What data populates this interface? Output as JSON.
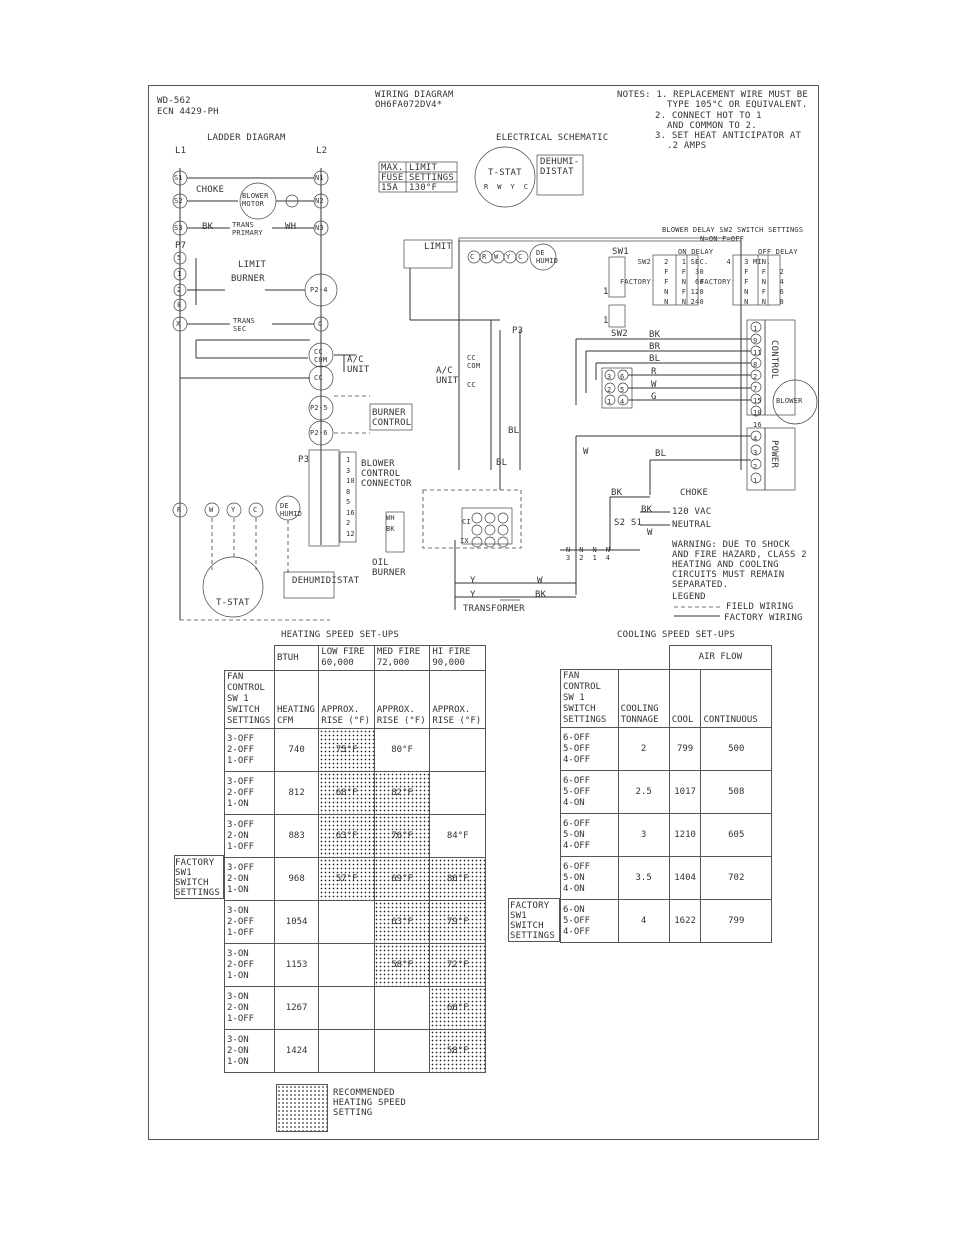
{
  "header": {
    "doc_id": "WD-562",
    "ecn": "ECN 4429-PH",
    "title_line1": "WIRING DIAGRAM",
    "title_line2": "OH6FA072DV4*",
    "notes": [
      "NOTES: 1. REPLACEMENT WIRE MUST BE",
      "TYPE 105°C OR EQUIVALENT.",
      "2. CONNECT HOT TO 1",
      "AND COMMON TO 2.",
      "3. SET HEAT ANTICIPATOR AT",
      ".2 AMPS"
    ]
  },
  "ladder": {
    "title": "LADDER DIAGRAM",
    "l1": "L1",
    "l2": "L2",
    "labels": {
      "s1": "S1",
      "s2": "S2",
      "s3": "S3",
      "n1": "N1",
      "n2": "N2",
      "n3": "N3",
      "choke": "CHOKE",
      "blower": "BLOWER\nMOTOR",
      "trans_primary": "TRANS\nPRIMARY",
      "bk": "BK",
      "wh": "WH",
      "p7": "P7",
      "limit": "LIMIT",
      "burner": "BURNER",
      "trans_sec": "TRANS\nSEC",
      "x": "X",
      "c": "C",
      "cc_com": "CC\nCOM",
      "cc": "CC",
      "ac_unit": "A/C\nUNIT",
      "p24": "P2-4",
      "p25": "P2-5",
      "p26": "P2-6",
      "burner_control": "BURNER\nCONTROL",
      "p3": "P3",
      "blower_control": "BLOWER\nCONTROL\nCONNECTOR",
      "r": "R",
      "w": "W",
      "y": "Y",
      "de_humid": "DE\nHUMID",
      "tstat": "T-STAT",
      "dehumidistat": "DEHUMIDISTAT",
      "four": "4",
      "y_lbl": "Y",
      "w_lbl": "W",
      "g_lbl": "G",
      "bl": "BL"
    },
    "p7_pins": [
      "5",
      "1",
      "2",
      "8"
    ],
    "p3_pins": [
      "1",
      "3",
      "10",
      "8",
      "5",
      "16",
      "2",
      "12"
    ]
  },
  "schematic": {
    "title": "ELECTRICAL SCHEMATIC",
    "fuse_table": {
      "h1": "MAX.",
      "h2": "LIMIT",
      "r1c1": "FUSE",
      "r1c2": "SETTINGS",
      "r2c1": "15A",
      "r2c2": "130°F"
    },
    "tstat": "T-STAT",
    "tstat_terms": "R  W  Y  C",
    "dehumidistat": "DEHUMI-\nDISTAT",
    "term_strip": [
      "C",
      "R",
      "W",
      "Y",
      "C"
    ],
    "de_humid": "DE\nHUMID",
    "limit": "LIMIT",
    "p3": "P3",
    "sw1": "SW1",
    "sw2": "SW2",
    "one": "1",
    "ac_unit": "A/C\nUNIT",
    "cc_com": "CC\nCOM",
    "cc": "CC",
    "bl": "BL",
    "wires": [
      "BK",
      "BR",
      "BL",
      "R",
      "W",
      "G"
    ],
    "conn": [
      "3",
      "6",
      "2",
      "5",
      "1",
      "4"
    ],
    "control_pins": [
      "1",
      "9",
      "11",
      "8",
      "2",
      "7",
      "15",
      "10",
      "16"
    ],
    "control": "CONTROL",
    "blower": "BLOWER",
    "power_pins": [
      "4",
      "3",
      "2",
      "1"
    ],
    "power": "POWER",
    "choke": "CHOKE",
    "bk": "BK",
    "w": "W",
    "vac": "120 VAC",
    "neutral": "NEUTRAL",
    "s2s1": "S2 S1",
    "oil_burner": "OIL\nBURNER",
    "wh": "WH",
    "bk2": "BK",
    "ci": "CI",
    "ix": "IX",
    "transformer": "TRANSFORMER",
    "y": "Y",
    "warning": "WARNING: DUE TO SHOCK\nAND FIRE HAZARD, CLASS 2\nHEATING AND COOLING\nCIRCUITS MUST REMAIN\nSEPARATED.",
    "legend": "LEGEND",
    "field_wiring": "FIELD WIRING",
    "factory_wiring": "FACTORY WIRING",
    "relay_labels": "N  N  N  N\n3  2  1  4"
  },
  "blower_delay": {
    "title": "BLOWER DELAY SW2 SWITCH SETTINGS",
    "subtitle": "N=ON F=OFF",
    "on_delay": "ON DELAY",
    "off_delay": "OFF DELAY",
    "on_head": [
      "SW2",
      "2",
      "1",
      "SEC."
    ],
    "off_head": [
      "4",
      "3",
      "MIN."
    ],
    "on_rows": [
      [
        "",
        "F",
        "F",
        "30"
      ],
      [
        "FACTORY",
        "F",
        "N",
        "60"
      ],
      [
        "",
        "N",
        "F",
        "120"
      ],
      [
        "",
        "N",
        "N",
        "240"
      ]
    ],
    "off_rows": [
      [
        "",
        "F",
        "F",
        "2"
      ],
      [
        "FACTORY",
        "F",
        "N",
        "4"
      ],
      [
        "",
        "N",
        "F",
        "6"
      ],
      [
        "",
        "N",
        "N",
        "8"
      ]
    ]
  },
  "heating": {
    "title": "HEATING SPEED SET-UPS",
    "col_btuh": "BTUH",
    "fires": [
      "LOW FIRE\n60,000",
      "MED FIRE\n72,000",
      "HI FIRE\n90,000"
    ],
    "sub_fan": "FAN\nCONTROL\nSW 1\nSWITCH\nSETTINGS",
    "sub_cfm": "HEATING\nCFM",
    "sub_rise": "APPROX.\nRISE (°F)",
    "factory": "FACTORY\nSW1\nSWITCH\nSETTINGS",
    "rows": [
      {
        "sw": "3-OFF\n2-OFF\n1-OFF",
        "cfm": "740",
        "low": "75°F",
        "med": "80°F",
        "hi": ""
      },
      {
        "sw": "3-OFF\n2-OFF\n1-ON",
        "cfm": "812",
        "low": "68°F",
        "med": "82°F",
        "hi": ""
      },
      {
        "sw": "3-OFF\n2-ON\n1-OFF",
        "cfm": "883",
        "low": "63°F",
        "med": "76°F",
        "hi": "84°F"
      },
      {
        "sw": "3-OFF\n2-ON\n1-ON",
        "cfm": "968",
        "low": "57°F",
        "med": "69°F",
        "hi": "86°F"
      },
      {
        "sw": "3-ON\n2-OFF\n1-OFF",
        "cfm": "1054",
        "low": "",
        "med": "63°F",
        "hi": "79°F"
      },
      {
        "sw": "3-ON\n2-OFF\n1-ON",
        "cfm": "1153",
        "low": "",
        "med": "58°F",
        "hi": "72°F"
      },
      {
        "sw": "3-ON\n2-ON\n1-OFF",
        "cfm": "1267",
        "low": "",
        "med": "",
        "hi": "66°F"
      },
      {
        "sw": "3-ON\n2-ON\n1-ON",
        "cfm": "1424",
        "low": "",
        "med": "",
        "hi": "58°F"
      }
    ],
    "legend": "RECOMMENDED\nHEATING SPEED\nSETTING"
  },
  "cooling": {
    "title": "COOLING SPEED SET-UPS",
    "air_flow": "AIR FLOW",
    "sub_fan": "FAN\nCONTROL\nSW 1\nSWITCH\nSETTINGS",
    "sub_tonnage": "COOLING\nTONNAGE",
    "sub_cool": "COOL",
    "sub_cont": "CONTINUOUS",
    "factory": "FACTORY\nSW1\nSWITCH\nSETTINGS",
    "rows": [
      {
        "sw": "6-OFF\n5-OFF\n4-OFF",
        "ton": "2",
        "cool": "799",
        "cont": "500"
      },
      {
        "sw": "6-OFF\n5-OFF\n4-ON",
        "ton": "2.5",
        "cool": "1017",
        "cont": "508"
      },
      {
        "sw": "6-OFF\n5-ON\n4-OFF",
        "ton": "3",
        "cool": "1210",
        "cont": "605"
      },
      {
        "sw": "6-OFF\n5-ON\n4-ON",
        "ton": "3.5",
        "cool": "1404",
        "cont": "702"
      },
      {
        "sw": "6-ON\n5-OFF\n4-OFF",
        "ton": "4",
        "cool": "1622",
        "cont": "799"
      }
    ]
  }
}
